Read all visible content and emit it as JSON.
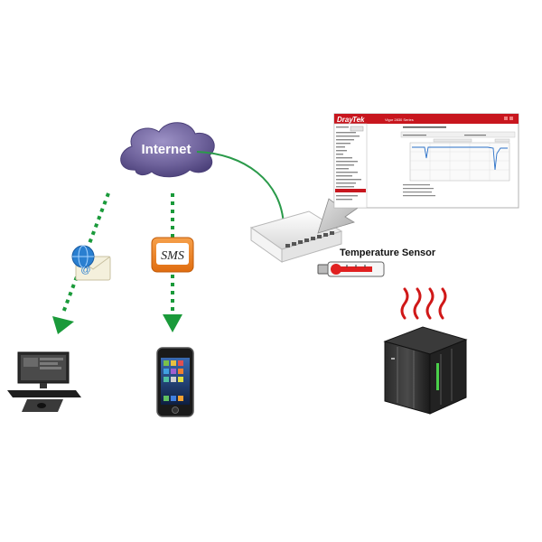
{
  "cloud": {
    "label": "Internet"
  },
  "sms_badge": {
    "label": "SMS"
  },
  "email_badge": {
    "label": "@"
  },
  "sensor": {
    "label": "Temperature Sensor"
  },
  "web_ui": {
    "brand_prefix": "Dray",
    "brand_suffix": "Tek",
    "model": "Vigor 2830 Series"
  },
  "colors": {
    "arrow_green": "#1a9a3a",
    "cable_green": "#2a9a4a",
    "cloud_purple": "#6b5f97",
    "sms_orange": "#f0821e",
    "thermo_red": "#e02020",
    "ui_red": "#c8161e",
    "server_green": "#4ad04a"
  }
}
